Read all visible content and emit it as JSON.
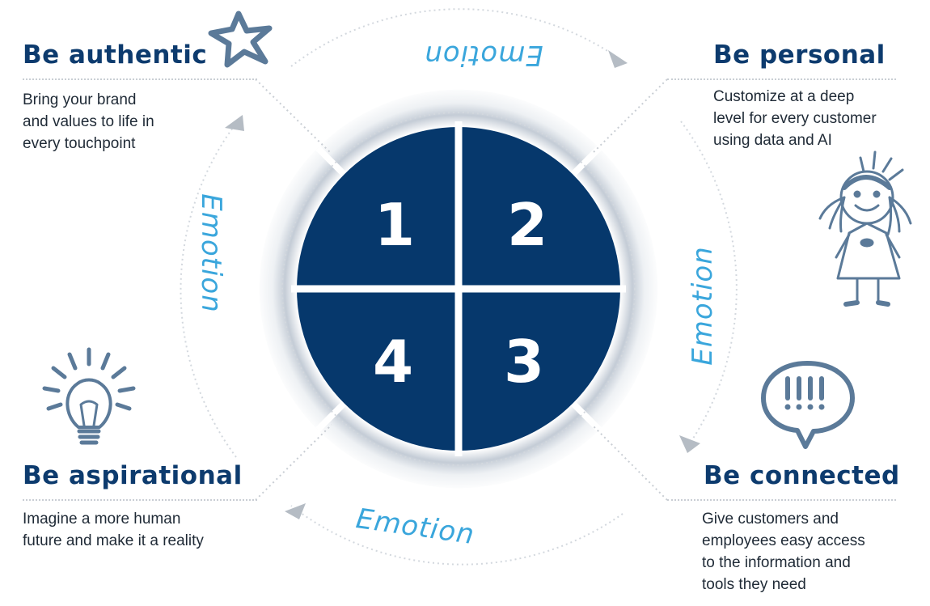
{
  "quadrants": [
    {
      "number": "1"
    },
    {
      "number": "2"
    },
    {
      "number": "3"
    },
    {
      "number": "4"
    }
  ],
  "emotion_labels": [
    "Emotion",
    "Emotion",
    "Emotion",
    "Emotion"
  ],
  "principles": [
    {
      "title": "Be authentic",
      "lines": [
        "Bring your brand",
        "and values to life in",
        "every touchpoint"
      ],
      "icon": "star-icon"
    },
    {
      "title": "Be personal",
      "lines": [
        "Customize at a deep",
        "level for every customer",
        "using data and AI"
      ],
      "icon": "girl-icon"
    },
    {
      "title": "Be connected",
      "lines": [
        "Give customers and",
        "employees easy access",
        "to the information and",
        "tools they need"
      ],
      "icon": "speech-bubble-icon"
    },
    {
      "title": "Be aspirational",
      "lines": [
        "Imagine a more human",
        "future and make it a reality"
      ],
      "icon": "lightbulb-icon"
    }
  ],
  "colors": {
    "navy": "#0d3b6e",
    "quadrant": "#06386c",
    "emotion": "#3aa6dc",
    "icon": "#5b7a99",
    "arrow": "#b5bcc4"
  }
}
